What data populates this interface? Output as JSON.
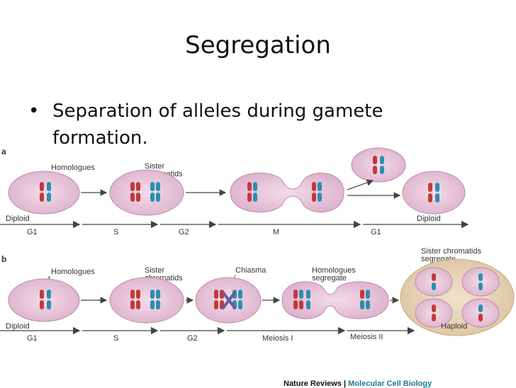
{
  "title": "Segregation",
  "bullet": {
    "marker": "•",
    "text": "Separation of alleles during gamete formation."
  },
  "panel_a": {
    "letter": "a",
    "labels": {
      "homologues": "Homologues",
      "sister": "Sister",
      "chromatids": "chromatids"
    },
    "start_label": "Diploid",
    "end_label": "Diploid",
    "stages": [
      "G1",
      "S",
      "G2",
      "M",
      "G1"
    ]
  },
  "panel_b": {
    "letter": "b",
    "labels": {
      "homologues": "Homologues",
      "sister": "Sister",
      "chromatids": "chromatids",
      "chiasma": "Chiasma",
      "homologues2": "Homologues",
      "segregate": "segregate",
      "sister_chromatids": "Sister chromatids",
      "segregate2": "segregate"
    },
    "start_label": "Diploid",
    "end_label": "Haploid",
    "stages": [
      "G1",
      "S",
      "G2",
      "Meiosis I",
      "Meiosis II"
    ]
  },
  "credit": {
    "journal": "Nature Reviews",
    "separator": "|",
    "subject": "Molecular Cell Biology"
  },
  "colors": {
    "cell": "#e6c3d8",
    "cell_edge": "#b98aa7",
    "red_chromosome": "#c23a3a",
    "blue_chromosome": "#2a8fb0",
    "haploid_bg": "#e8d2b5",
    "arrow": "#444444"
  }
}
